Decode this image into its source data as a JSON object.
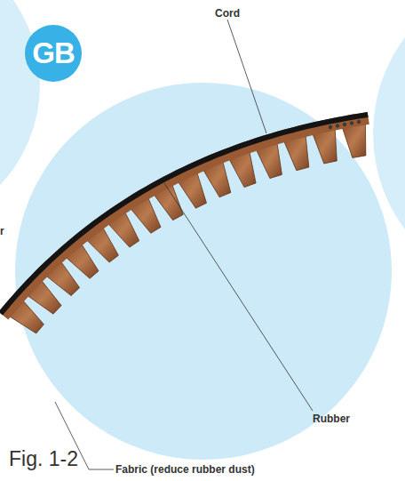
{
  "diagram": {
    "caption": "Fig. 1-2",
    "nodes": [
      {
        "text": [
          "GB"
        ]
      }
    ],
    "labels": [
      "Cord",
      "r",
      "Rubber",
      "Fabric (reduce rubber dust)"
    ]
  }
}
